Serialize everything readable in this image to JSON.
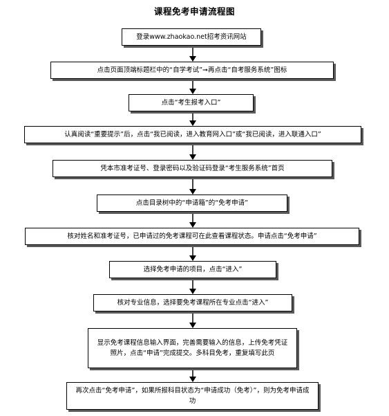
{
  "title": "课程免考申请流程图",
  "steps": [
    "登录www.zhaokao.net招考资讯网站",
    "点击页面顶端标题栏中的“自学考试”➞再点击“自考服务系统”图标",
    "点击“考生报考入口”",
    "认真阅读“重要提示”后，点击“我已阅读，进入教育网入口”或“我已阅读，进入联通入口”",
    "凭本市准考证号、登录密码以及验证码登录“考生服务系统”首页",
    "点击目录树中的“申请箱”的“免考申请”",
    "核对姓名和准考证号，已申请过的免考课程可在此查看课程状态。申请点击“免考申请”",
    "选择免考申请的项目，点击“进入”",
    "核对专业信息，选择要免考课程所在专业点击“进入”",
    "显示免考课程信息输入界面，完善需要输入的信息，上传免考凭证照片，点击“申请”完成提交。多科目免考，重复填写此页",
    "再次点击“免考申请”，如果所报科目状态为“申请成功（免考）”，则为免考申请成功"
  ],
  "colors": {
    "box_border": "#000000",
    "box_shadow": "#5a5a5a",
    "arrow": "#000000"
  }
}
